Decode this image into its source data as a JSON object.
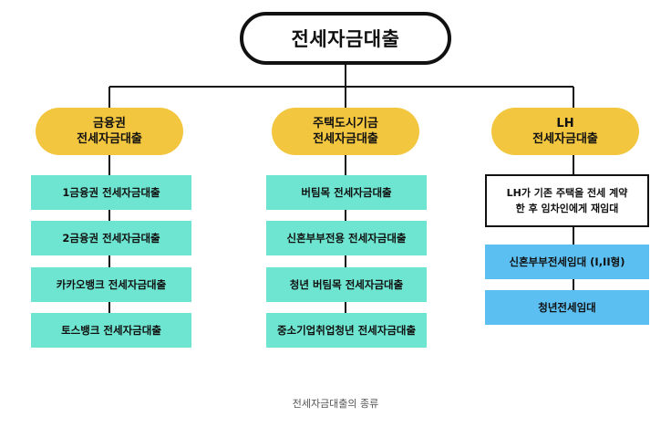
{
  "colors": {
    "pill": "#f3c640",
    "green_box": "#6ee5d0",
    "blue_box": "#5bbff2",
    "stroke": "#111111"
  },
  "root": {
    "label": "전세자금대출"
  },
  "branches": [
    {
      "title_lines": [
        "금융권",
        "전세자금대출"
      ],
      "items": [
        "1금융권 전세자금대출",
        "2금융권 전세자금대출",
        "카카오뱅크 전세자금대출",
        "토스뱅크 전세자금대출"
      ]
    },
    {
      "title_lines": [
        "주택도시기금",
        "전세자금대출"
      ],
      "items": [
        "버팀목 전세자금대출",
        "신혼부부전용 전세자금대출",
        "청년 버팀목 전세자금대출",
        "중소기업취업청년 전세자금대출"
      ]
    },
    {
      "title_lines": [
        "LH",
        "전세자금대출"
      ],
      "note_lines": [
        "LH가 기존 주택을 전세 계약",
        "한 후 임차인에게 재임대"
      ],
      "items": [
        "신혼부부전세임대 (I,II형)",
        "청년전세임대"
      ]
    }
  ],
  "caption": "전세자금대출의 종류"
}
